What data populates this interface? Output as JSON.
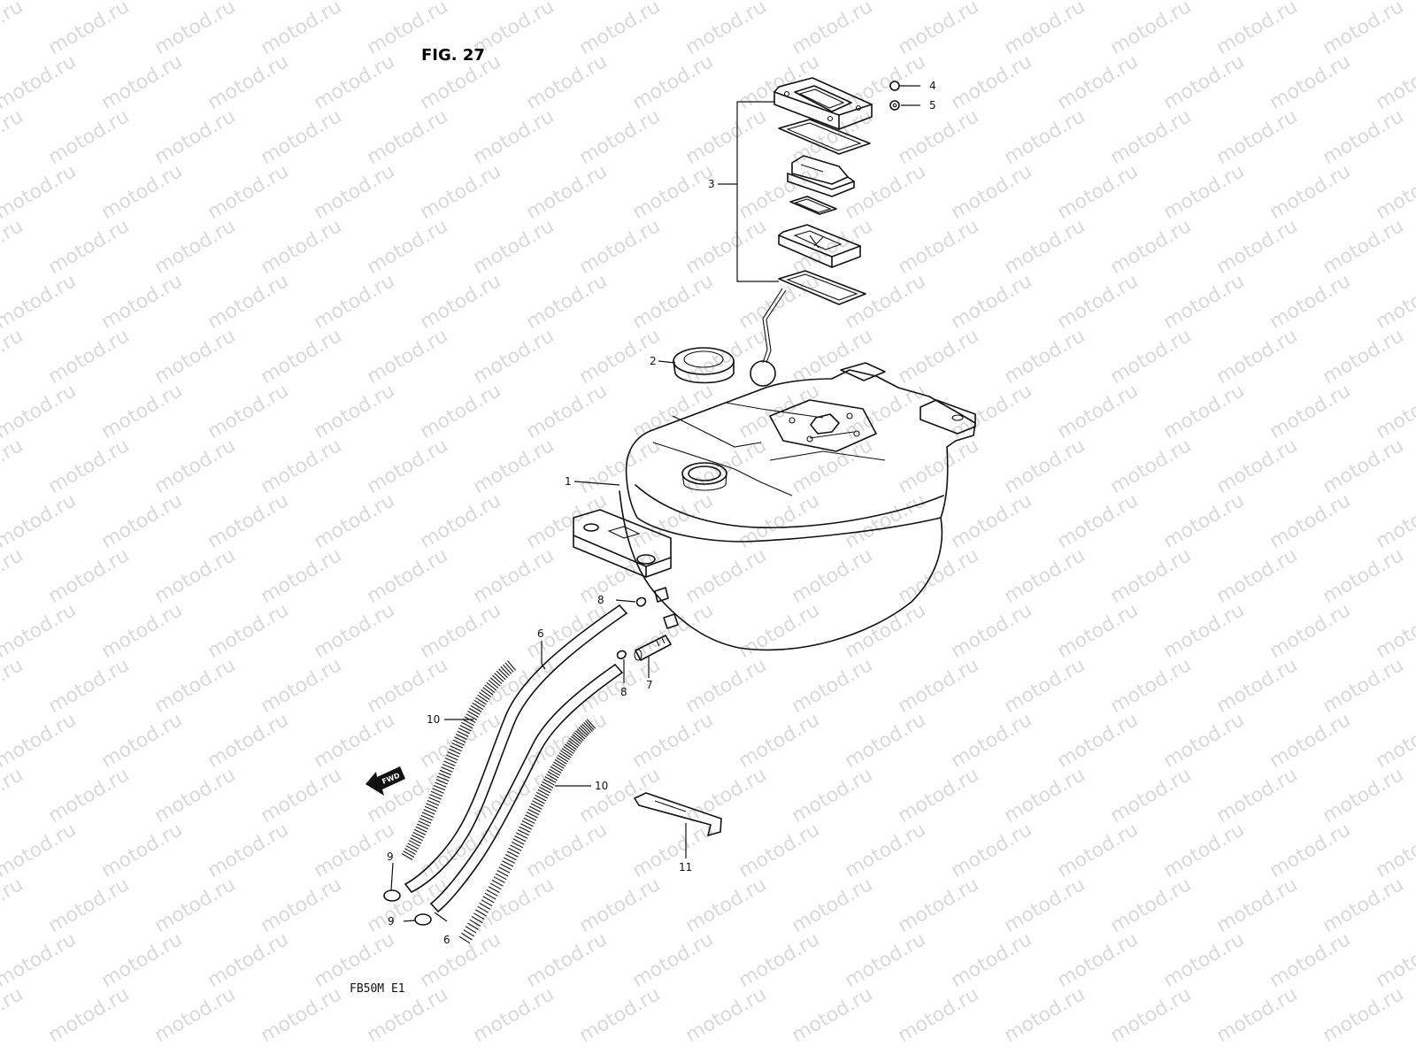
{
  "figure": {
    "title": "FIG. 27",
    "model_code": "FB50M E1",
    "watermark": "motod.ru",
    "direction_badge": "FWD"
  },
  "callouts": [
    "1",
    "2",
    "3",
    "4",
    "5",
    "6",
    "6",
    "7",
    "8",
    "8",
    "9",
    "9",
    "10",
    "10",
    "11"
  ]
}
